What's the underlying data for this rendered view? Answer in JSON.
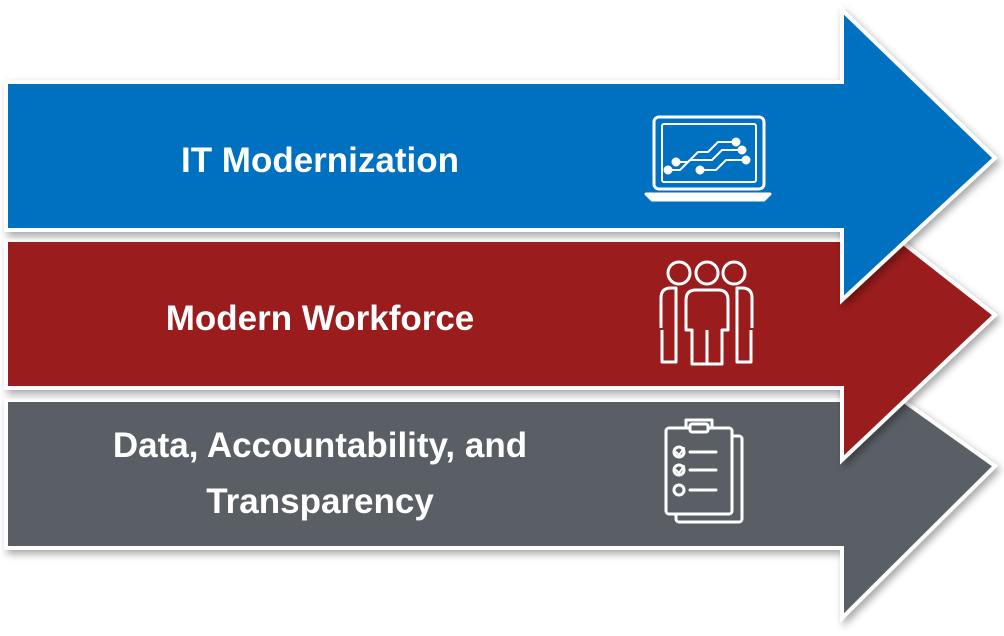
{
  "arrows": [
    {
      "label": "IT Modernization",
      "color": "#0070C0",
      "icon": "laptop-circuit-icon"
    },
    {
      "label": "Modern Workforce",
      "color": "#9B1C1F",
      "icon": "people-group-icon"
    },
    {
      "label_line1": "Data, Accountability, and",
      "label_line2": "Transparency",
      "color": "#5A5F66",
      "icon": "clipboard-checklist-icon"
    }
  ]
}
